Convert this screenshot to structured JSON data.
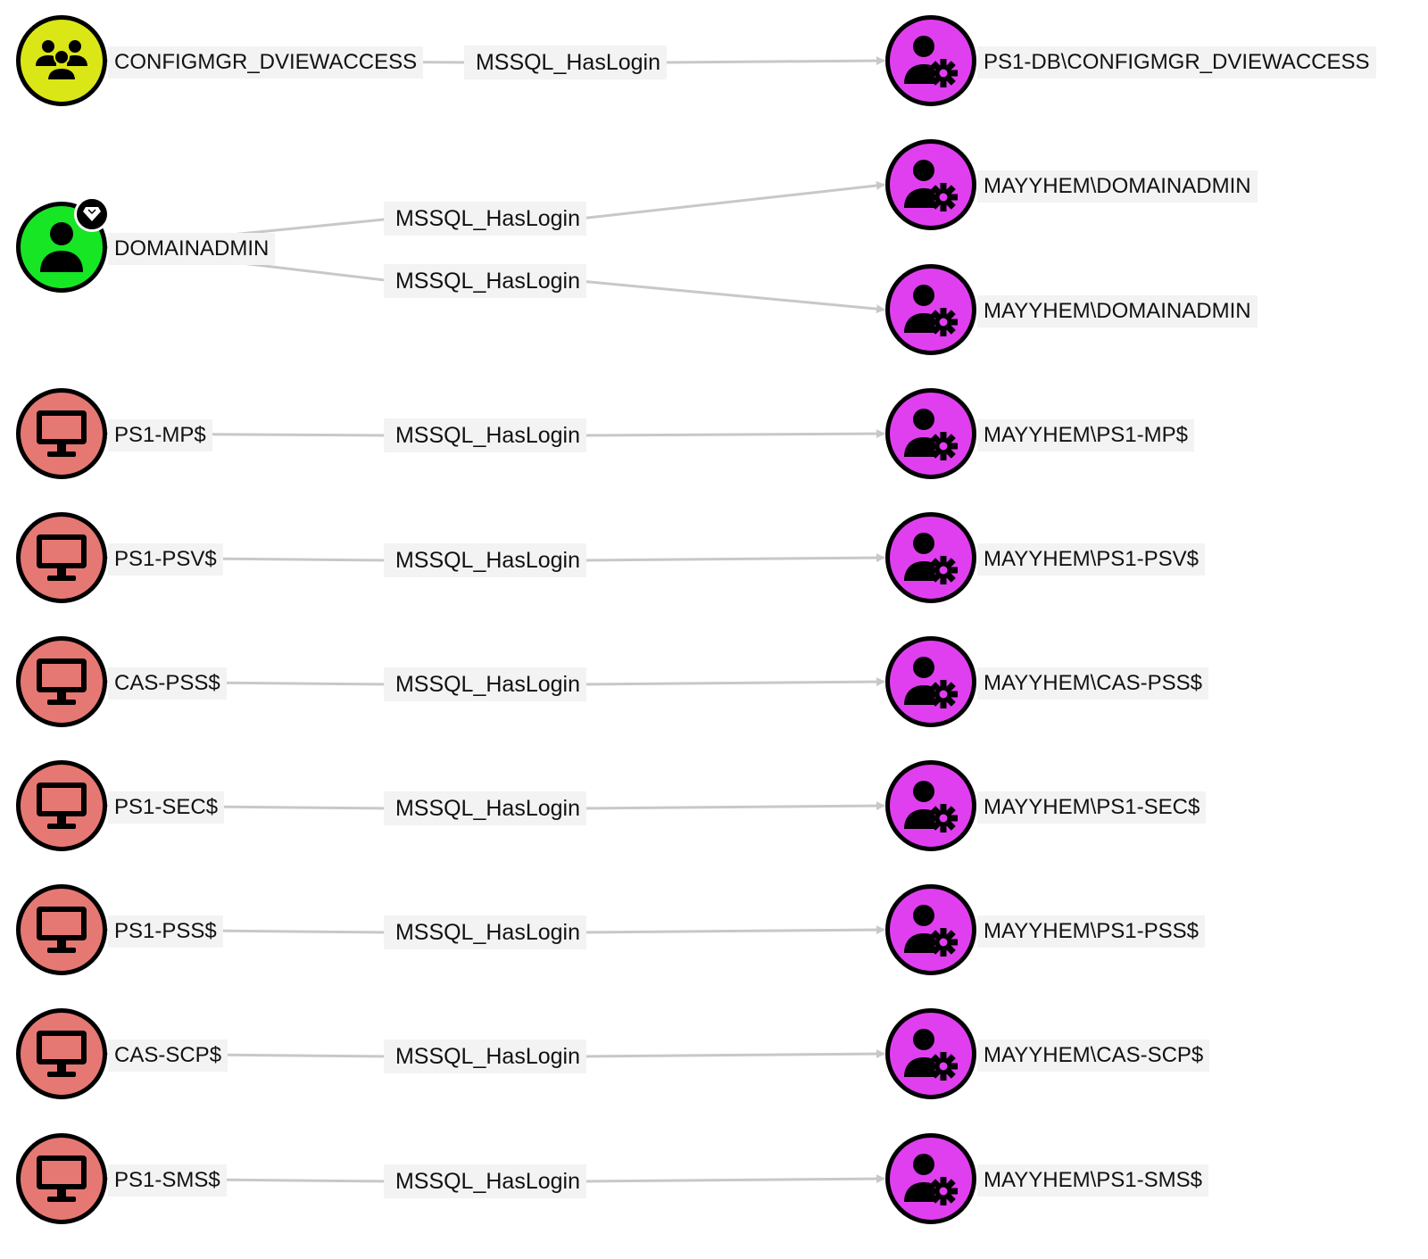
{
  "colors": {
    "group": "#dbe617",
    "user": "#17e625",
    "computer": "#e67873",
    "sqllogin": "#e03ff0",
    "edge": "#c8c8c8"
  },
  "edge_label": "MSSQL_HasLogin",
  "sources": [
    {
      "label": "CONFIGMGR_DVIEWACCESS",
      "type": "group",
      "icon": "group-icon"
    },
    {
      "label": "DOMAINADMIN",
      "type": "user",
      "icon": "user-icon",
      "badge": "diamond-icon"
    },
    {
      "label": "PS1-MP$",
      "type": "computer",
      "icon": "monitor-icon"
    },
    {
      "label": "PS1-PSV$",
      "type": "computer",
      "icon": "monitor-icon"
    },
    {
      "label": "CAS-PSS$",
      "type": "computer",
      "icon": "monitor-icon"
    },
    {
      "label": "PS1-SEC$",
      "type": "computer",
      "icon": "monitor-icon"
    },
    {
      "label": "PS1-PSS$",
      "type": "computer",
      "icon": "monitor-icon"
    },
    {
      "label": "CAS-SCP$",
      "type": "computer",
      "icon": "monitor-icon"
    },
    {
      "label": "PS1-SMS$",
      "type": "computer",
      "icon": "monitor-icon"
    }
  ],
  "targets": [
    {
      "label": "PS1-DB\\CONFIGMGR_DVIEWACCESS",
      "type": "sqllogin",
      "icon": "user-gear-icon"
    },
    {
      "label": "MAYYHEM\\DOMAINADMIN",
      "type": "sqllogin",
      "icon": "user-gear-icon"
    },
    {
      "label": "MAYYHEM\\DOMAINADMIN",
      "type": "sqllogin",
      "icon": "user-gear-icon"
    },
    {
      "label": "MAYYHEM\\PS1-MP$",
      "type": "sqllogin",
      "icon": "user-gear-icon"
    },
    {
      "label": "MAYYHEM\\PS1-PSV$",
      "type": "sqllogin",
      "icon": "user-gear-icon"
    },
    {
      "label": "MAYYHEM\\CAS-PSS$",
      "type": "sqllogin",
      "icon": "user-gear-icon"
    },
    {
      "label": "MAYYHEM\\PS1-SEC$",
      "type": "sqllogin",
      "icon": "user-gear-icon"
    },
    {
      "label": "MAYYHEM\\PS1-PSS$",
      "type": "sqllogin",
      "icon": "user-gear-icon"
    },
    {
      "label": "MAYYHEM\\CAS-SCP$",
      "type": "sqllogin",
      "icon": "user-gear-icon"
    },
    {
      "label": "MAYYHEM\\PS1-SMS$",
      "type": "sqllogin",
      "icon": "user-gear-icon"
    }
  ],
  "edges": [
    {
      "from": 0,
      "to": 0
    },
    {
      "from": 1,
      "to": 1
    },
    {
      "from": 1,
      "to": 2
    },
    {
      "from": 2,
      "to": 3
    },
    {
      "from": 3,
      "to": 4
    },
    {
      "from": 4,
      "to": 5
    },
    {
      "from": 5,
      "to": 6
    },
    {
      "from": 6,
      "to": 7
    },
    {
      "from": 7,
      "to": 8
    },
    {
      "from": 8,
      "to": 9
    }
  ]
}
